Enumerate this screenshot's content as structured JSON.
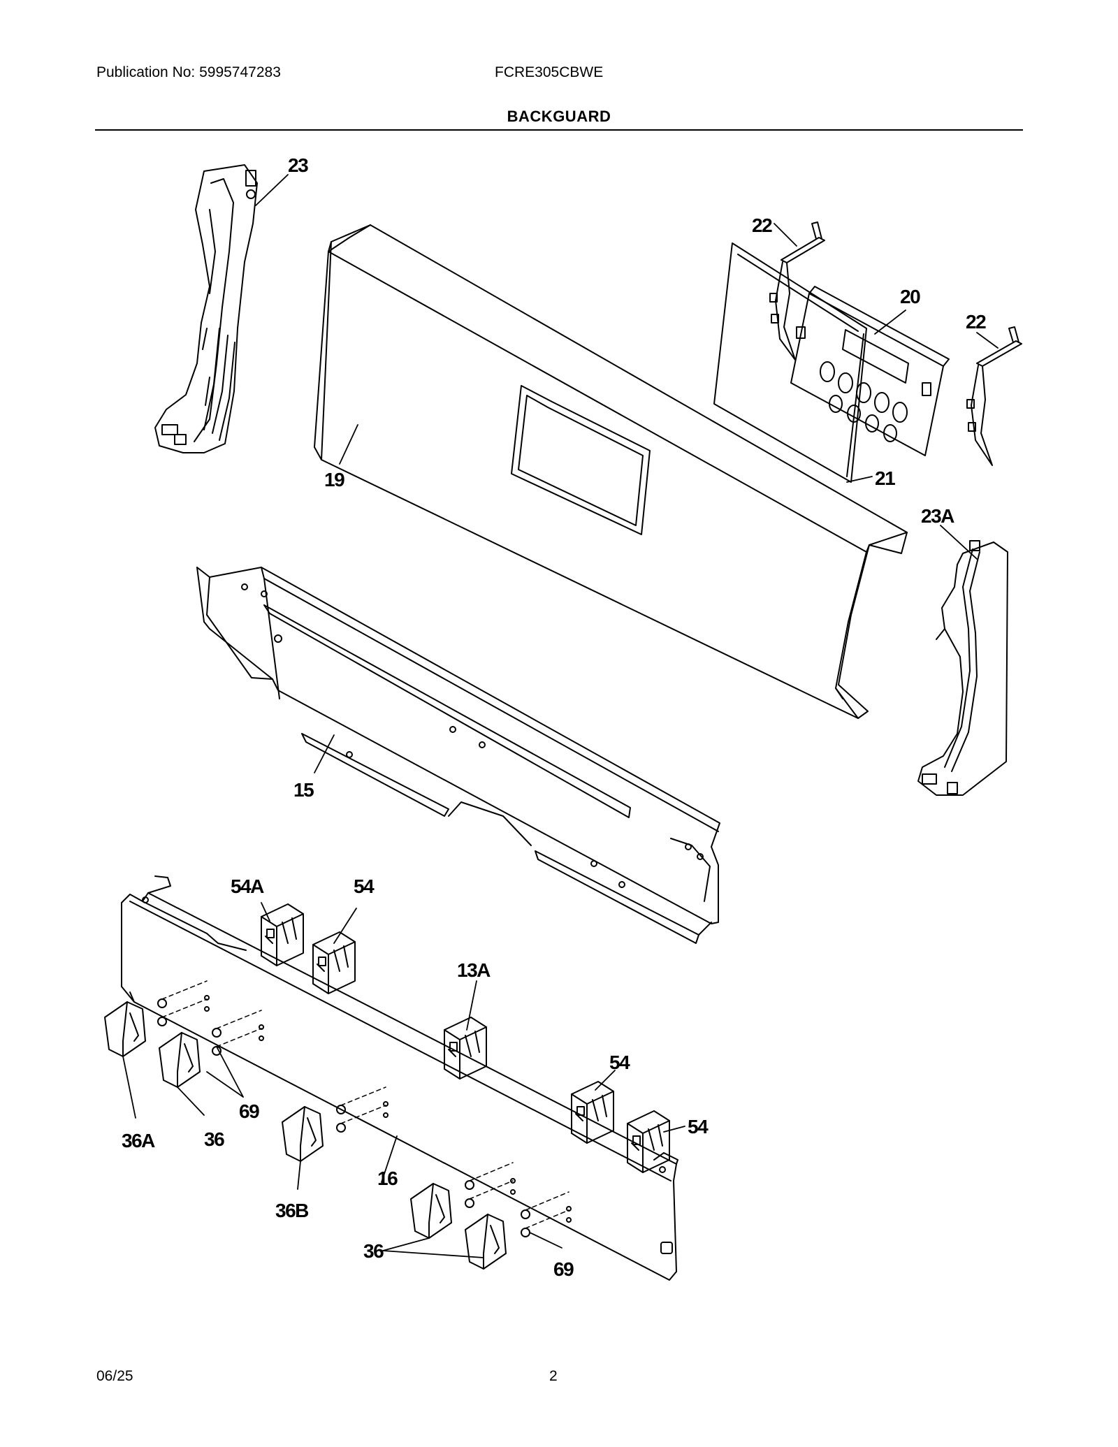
{
  "header": {
    "publication": "Publication No: 5995747283",
    "model": "FCRE305CBWE",
    "title": "BACKGUARD"
  },
  "footer": {
    "date": "06/25",
    "page": "2"
  },
  "callouts": {
    "c23": "23",
    "c22a": "22",
    "c20": "20",
    "c22b": "22",
    "c19": "19",
    "c21": "21",
    "c23a": "23A",
    "c15": "15",
    "c54a": "54A",
    "c54_1": "54",
    "c13a": "13A",
    "c54_2": "54",
    "c54_3": "54",
    "c69_1": "69",
    "c36a": "36A",
    "c36_1": "36",
    "c36b": "36B",
    "c16": "16",
    "c36_2": "36",
    "c69_2": "69"
  }
}
